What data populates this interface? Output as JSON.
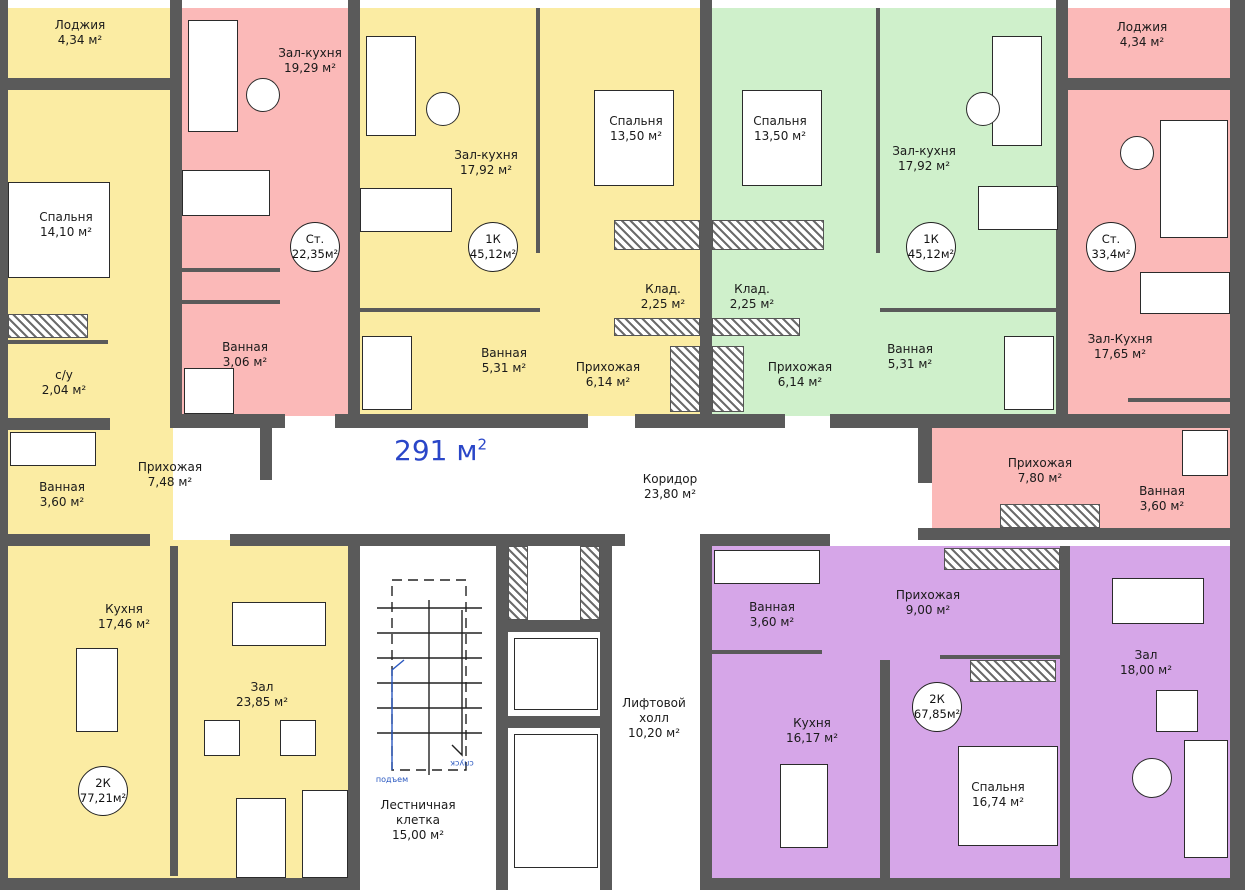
{
  "total_area": {
    "value": "291 м",
    "exp": "2"
  },
  "colors": {
    "yellow": "#fbeca3",
    "pink": "#fbb9b8",
    "green": "#cff0cb",
    "purple": "#d6a6e8",
    "wall": "#5a5a5a",
    "total_text": "#2a46c8"
  },
  "rooms": [
    {
      "name": "Лоджия",
      "area": "4,34 м²"
    },
    {
      "name": "Зал-кухня",
      "area": "19,29 м²"
    },
    {
      "name": "Зал-кухня",
      "area": "17,92 м²"
    },
    {
      "name": "Спальня",
      "area": "13,50 м²"
    },
    {
      "name": "Спальня",
      "area": "13,50 м²"
    },
    {
      "name": "Зал-кухня",
      "area": "17,92 м²"
    },
    {
      "name": "Лоджия",
      "area": "4,34 м²"
    },
    {
      "name": "Спальня",
      "area": "14,10 м²"
    },
    {
      "name": "Клад.",
      "area": "2,25 м²"
    },
    {
      "name": "Клад.",
      "area": "2,25 м²"
    },
    {
      "name": "Ванная",
      "area": "3,06 м²"
    },
    {
      "name": "с/у",
      "area": "2,04 м²"
    },
    {
      "name": "Ванная",
      "area": "5,31 м²"
    },
    {
      "name": "Прихожая",
      "area": "6,14 м²"
    },
    {
      "name": "Прихожая",
      "area": "6,14 м²"
    },
    {
      "name": "Ванная",
      "area": "5,31 м²"
    },
    {
      "name": "Зал-Кухня",
      "area": "17,65 м²"
    },
    {
      "name": "Прихожая",
      "area": "7,48 м²"
    },
    {
      "name": "Ванная",
      "area": "3,60 м²"
    },
    {
      "name": "Коридор",
      "area": "23,80 м²"
    },
    {
      "name": "Прихожая",
      "area": "7,80 м²"
    },
    {
      "name": "Ванная",
      "area": "3,60 м²"
    },
    {
      "name": "Кухня",
      "area": "17,46 м²"
    },
    {
      "name": "Ванная",
      "area": "3,60 м²"
    },
    {
      "name": "Прихожая",
      "area": "9,00 м²"
    },
    {
      "name": "Зал",
      "area": "18,00 м²"
    },
    {
      "name": "Зал",
      "area": "23,85 м²"
    },
    {
      "name": "Кухня",
      "area": "16,17 м²"
    },
    {
      "name": "Лифтовой холл",
      "area": "10,20 м²"
    },
    {
      "name": "Спальня",
      "area": "16,74 м²"
    },
    {
      "name": "Лестничная клетка",
      "area": "15,00 м²"
    }
  ],
  "apartments": [
    {
      "type": "Ст.",
      "area": "22,35м²"
    },
    {
      "type": "1К",
      "area": "45,12м²"
    },
    {
      "type": "1К",
      "area": "45,12м²"
    },
    {
      "type": "Ст.",
      "area": "33,4м²"
    },
    {
      "type": "2К",
      "area": "77,21м²"
    },
    {
      "type": "2К",
      "area": "67,85м²"
    }
  ],
  "stair_marks": {
    "up": "подъем",
    "down": "спуск"
  }
}
